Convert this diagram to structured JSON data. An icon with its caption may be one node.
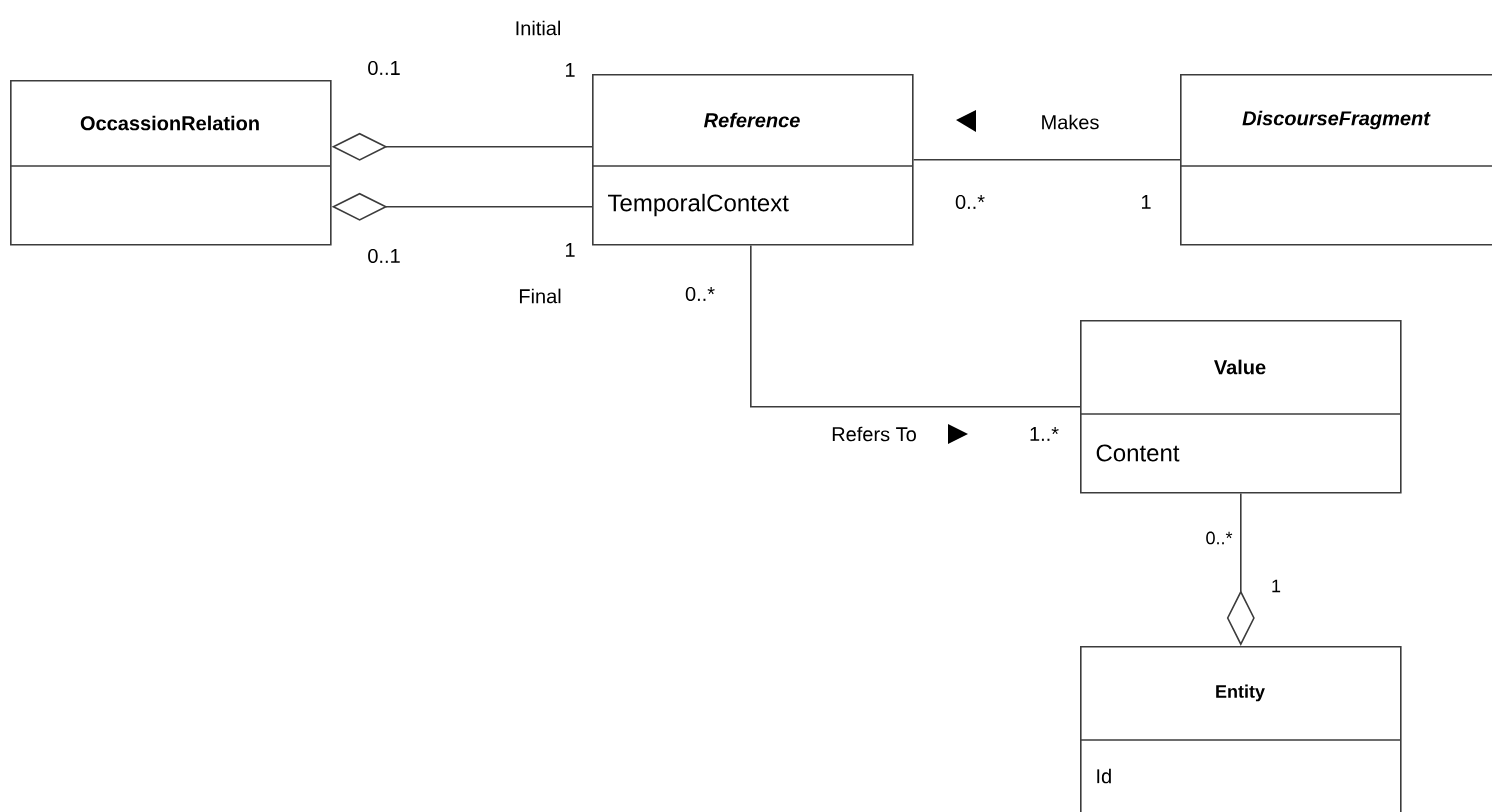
{
  "diagram": {
    "nodes": [
      {
        "text": [
          "OccassionRelation"
        ]
      },
      {
        "text": [
          "Reference",
          "TemporalContext"
        ]
      },
      {
        "text": [
          "DiscourseFragment"
        ]
      },
      {
        "text": [
          "Value",
          "Content"
        ]
      },
      {
        "text": [
          "Entity",
          "Id"
        ]
      }
    ],
    "edges": [
      {
        "from": 0,
        "to": 1,
        "arrow": "other"
      },
      {
        "from": 0,
        "to": 1,
        "arrow": "other"
      },
      {
        "from": 1,
        "to": 2,
        "arrow": "none",
        "label": "Makes"
      },
      {
        "from": 1,
        "to": 3,
        "arrow": "none",
        "label": "Refers To"
      },
      {
        "from": 4,
        "to": 3,
        "arrow": "other"
      }
    ],
    "labels": [
      "Initial",
      "0..1",
      "1",
      "0..1",
      "1",
      "Final",
      "0..*",
      "1",
      "0..*",
      "1..*",
      "0..*",
      "1"
    ]
  }
}
